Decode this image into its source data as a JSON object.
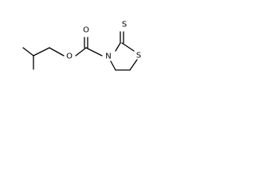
{
  "molecule": {
    "atoms": {
      "ester_oxygen": "O",
      "carbonyl_oxygen": "O",
      "ring_nitrogen": "N",
      "ring_sulfur": "S",
      "thione_sulfur": "S"
    }
  },
  "colors": {
    "bond": "#000000",
    "label": "#000000",
    "background": "#ffffff"
  }
}
